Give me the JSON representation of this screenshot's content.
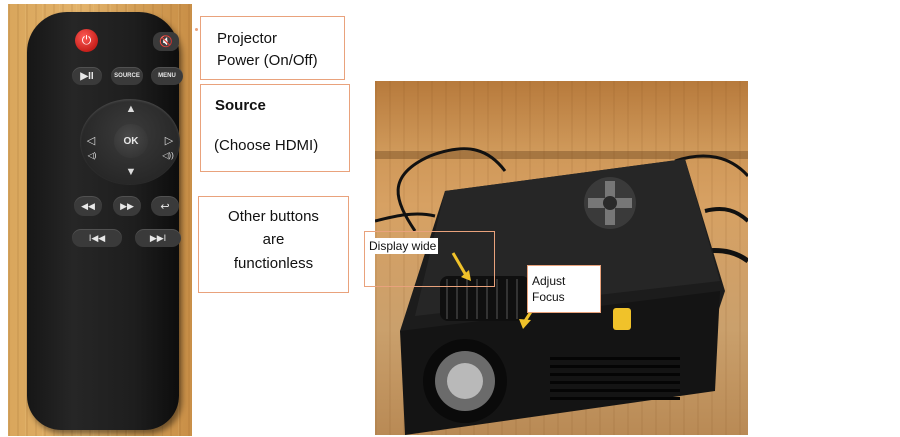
{
  "remote": {
    "power": "⏻",
    "mute": "🔇",
    "play_pause": "▶II",
    "source": "SOURCE",
    "menu": "MENU",
    "up": "▲",
    "down": "▼",
    "left": "◁",
    "right": "▷",
    "ok": "OK",
    "vol_down": "◁)",
    "vol_up": "◁))",
    "rewind": "◀◀",
    "fast_forward": "▶▶",
    "back": "↩",
    "previous": "I◀◀",
    "next": "▶▶I"
  },
  "callouts": {
    "power": "Projector\nPower (On/Off)",
    "source_title": "Source",
    "source_detail": "(Choose HDMI)",
    "other": "Other buttons\nare\nfunctionless"
  },
  "projector_labels": {
    "display_wide": "Display wide",
    "adjust_focus": "Adjust\nFocus"
  },
  "colors": {
    "callout_border": "#e9a27c",
    "remote_body": "#1e1e1e",
    "power_red": "#d3241f",
    "wood": "#d7a163",
    "focus_arrow": "#f0c22a"
  }
}
